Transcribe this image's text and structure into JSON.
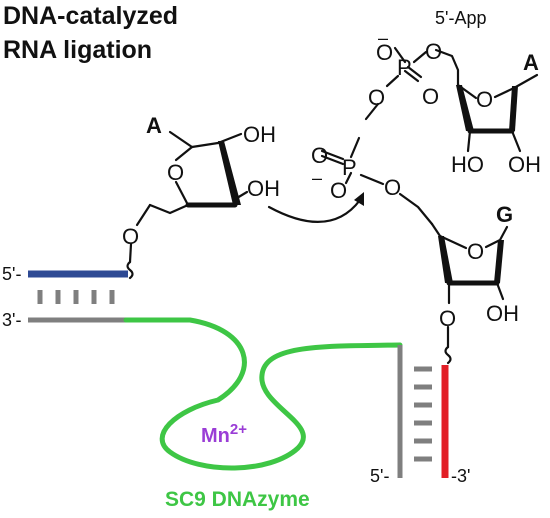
{
  "title": {
    "line1": "DNA-catalyzed",
    "line2": "RNA ligation"
  },
  "substrate_label": "5'-App",
  "atoms": {
    "O": "O",
    "P": "P",
    "OH": "OH",
    "HO": "HO",
    "O_minus": "–",
    "base_A": "A",
    "base_G": "G"
  },
  "strand_labels": {
    "left_5prime": "5'-",
    "left_3prime": "3'-",
    "right_5prime": "5'-",
    "right_3prime": "-3'"
  },
  "metal": {
    "symbol": "Mn",
    "charge": "2+"
  },
  "enzyme_name": "SC9 DNAzyme",
  "colors": {
    "acceptor_rna": "#2e4a94",
    "donor_rna": "#e21e26",
    "dnazyme": "#3ec645",
    "template": "#7f7f7f",
    "metal": "#9a3dd6",
    "bond": "#111111"
  }
}
